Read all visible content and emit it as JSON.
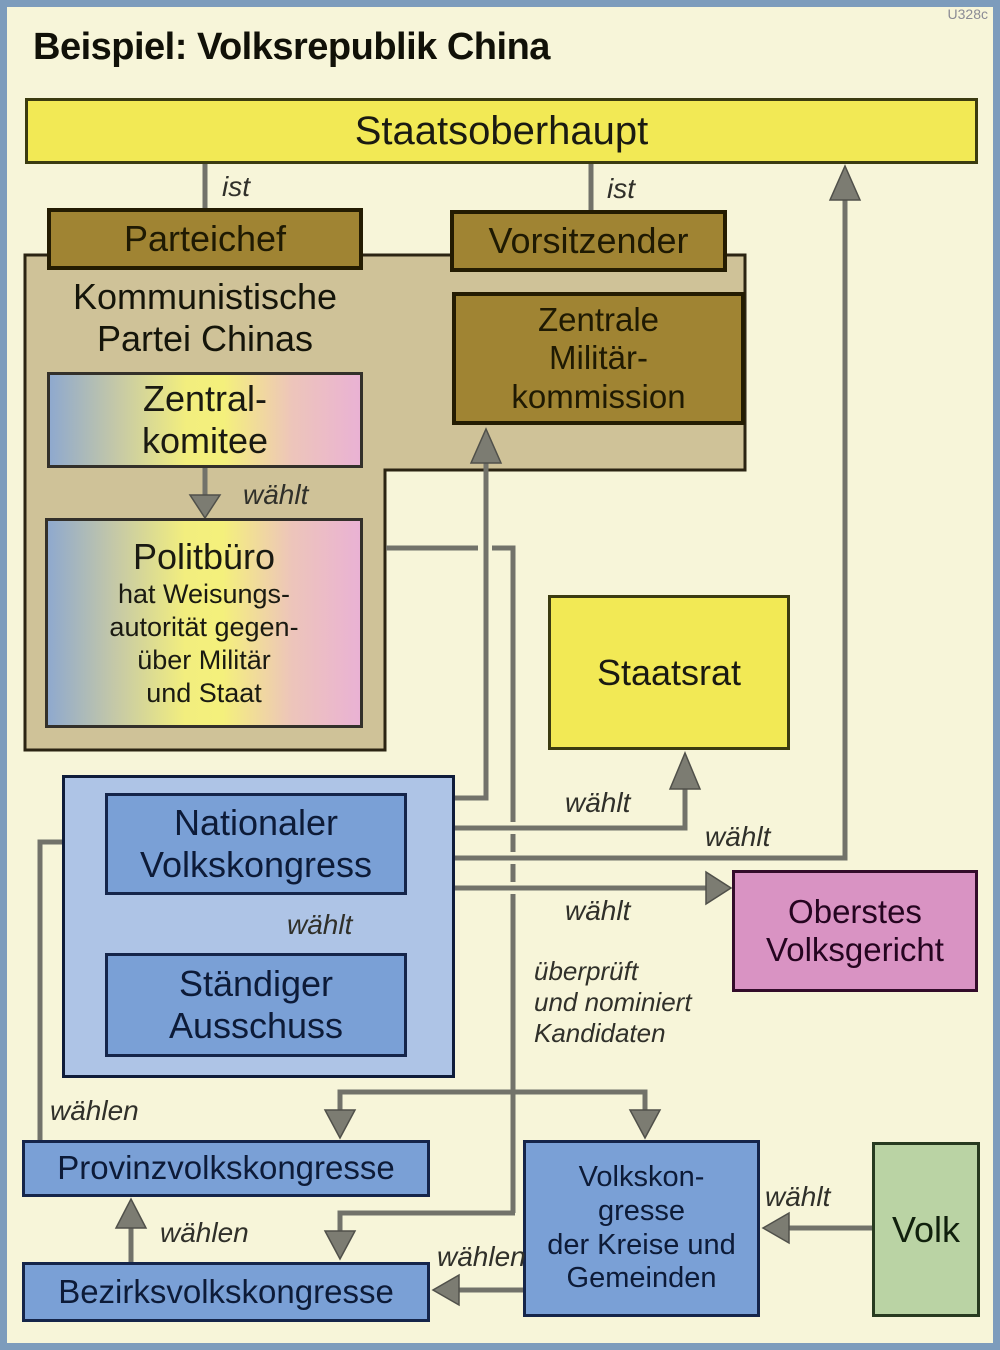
{
  "header": {
    "title": "Beispiel: Volksrepublik China",
    "code": "U328c"
  },
  "nodes": {
    "staatsoberhaupt": {
      "label": "Staatsoberhaupt"
    },
    "parteichef": {
      "label": "Parteichef"
    },
    "vorsitzender": {
      "label": "Vorsitzender"
    },
    "kommunistische_partei": {
      "lines": [
        "Kommunistische",
        "Partei Chinas"
      ]
    },
    "zentralkomitee": {
      "lines": [
        "Zentral-",
        "komitee"
      ]
    },
    "militaerkommission": {
      "lines": [
        "Zentrale",
        "Militär-",
        "kommission"
      ]
    },
    "politbuero": {
      "title": "Politbüro",
      "lines": [
        "hat Weisungs-",
        "autorität gegen-",
        "über Militär",
        "und Staat"
      ]
    },
    "staatsrat": {
      "label": "Staatsrat"
    },
    "nationaler_volkskongress": {
      "lines": [
        "Nationaler",
        "Volkskongress"
      ]
    },
    "staendiger_ausschuss": {
      "lines": [
        "Ständiger",
        "Ausschuss"
      ]
    },
    "oberstes_volksgericht": {
      "lines": [
        "Oberstes",
        "Volksgericht"
      ]
    },
    "provinzvolkskongresse": {
      "label": "Provinzvolkskongresse"
    },
    "bezirksvolkskongresse": {
      "label": "Bezirksvolkskongresse"
    },
    "kreisvolkskongresse": {
      "lines": [
        "Volkskon-",
        "gresse",
        "der Kreise und",
        "Gemeinden"
      ]
    },
    "volk": {
      "label": "Volk"
    }
  },
  "edge_labels": {
    "ist_parteichef": "ist",
    "ist_vorsitzender": "ist",
    "waehlt_zentralkomitee": "wählt",
    "waehlt_ausschuss": "wählt",
    "waehlt_staatsrat": "wählt",
    "waehlt_staatsoberhaupt": "wählt",
    "waehlt_volksgericht": "wählt",
    "ueberprueft": [
      "überprüft",
      "und nominiert",
      "Kandidaten"
    ],
    "waehlen_provinz": "wählen",
    "waehlen_bezirk": "wählen",
    "waehlen_kreise": "wählen",
    "waehlt_volk": "wählt"
  },
  "colors": {
    "background": "#f7f5d9",
    "frame_blue": "#7d9cbc",
    "yellow_box": "#f2e955",
    "brown_box": "#a08433",
    "tan_container": "#cfc298",
    "gradient_blue": "#8fa9ce",
    "gradient_yellow": "#f4f07c",
    "gradient_pink": "#eab2d4",
    "blue_container": "#aec4e6",
    "blue_box": "#7aa0d6",
    "pink_box": "#d993c3",
    "green_box": "#bad3a4",
    "line_gray": "#72726a"
  }
}
